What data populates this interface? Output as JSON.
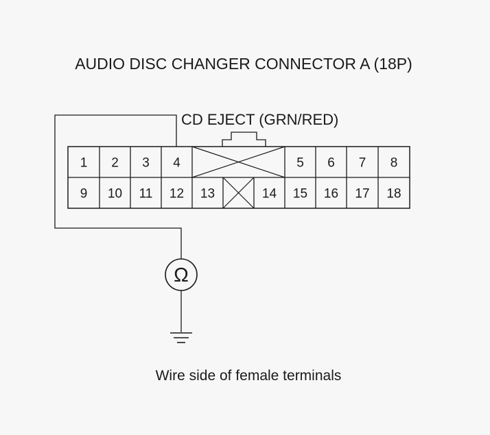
{
  "title": "AUDIO DISC CHANGER CONNECTOR A (18P)",
  "wire_label": "CD EJECT (GRN/RED)",
  "caption": "Wire side of female terminals",
  "meter_symbol": "Ω",
  "icons": {
    "meter": "ohmmeter-icon",
    "ground": "ground-icon",
    "blank_cavity": "blank-cavity-x-icon",
    "locking_tab": "locking-tab"
  },
  "connector": {
    "row1": [
      "1",
      "2",
      "3",
      "4",
      "",
      "5",
      "6",
      "7",
      "8"
    ],
    "row2": [
      "9",
      "10",
      "11",
      "12",
      "13",
      "",
      "14",
      "15",
      "16",
      "17",
      "18"
    ]
  },
  "colors": {
    "background": "#f7f7f7",
    "line": "#1a1a1a"
  }
}
